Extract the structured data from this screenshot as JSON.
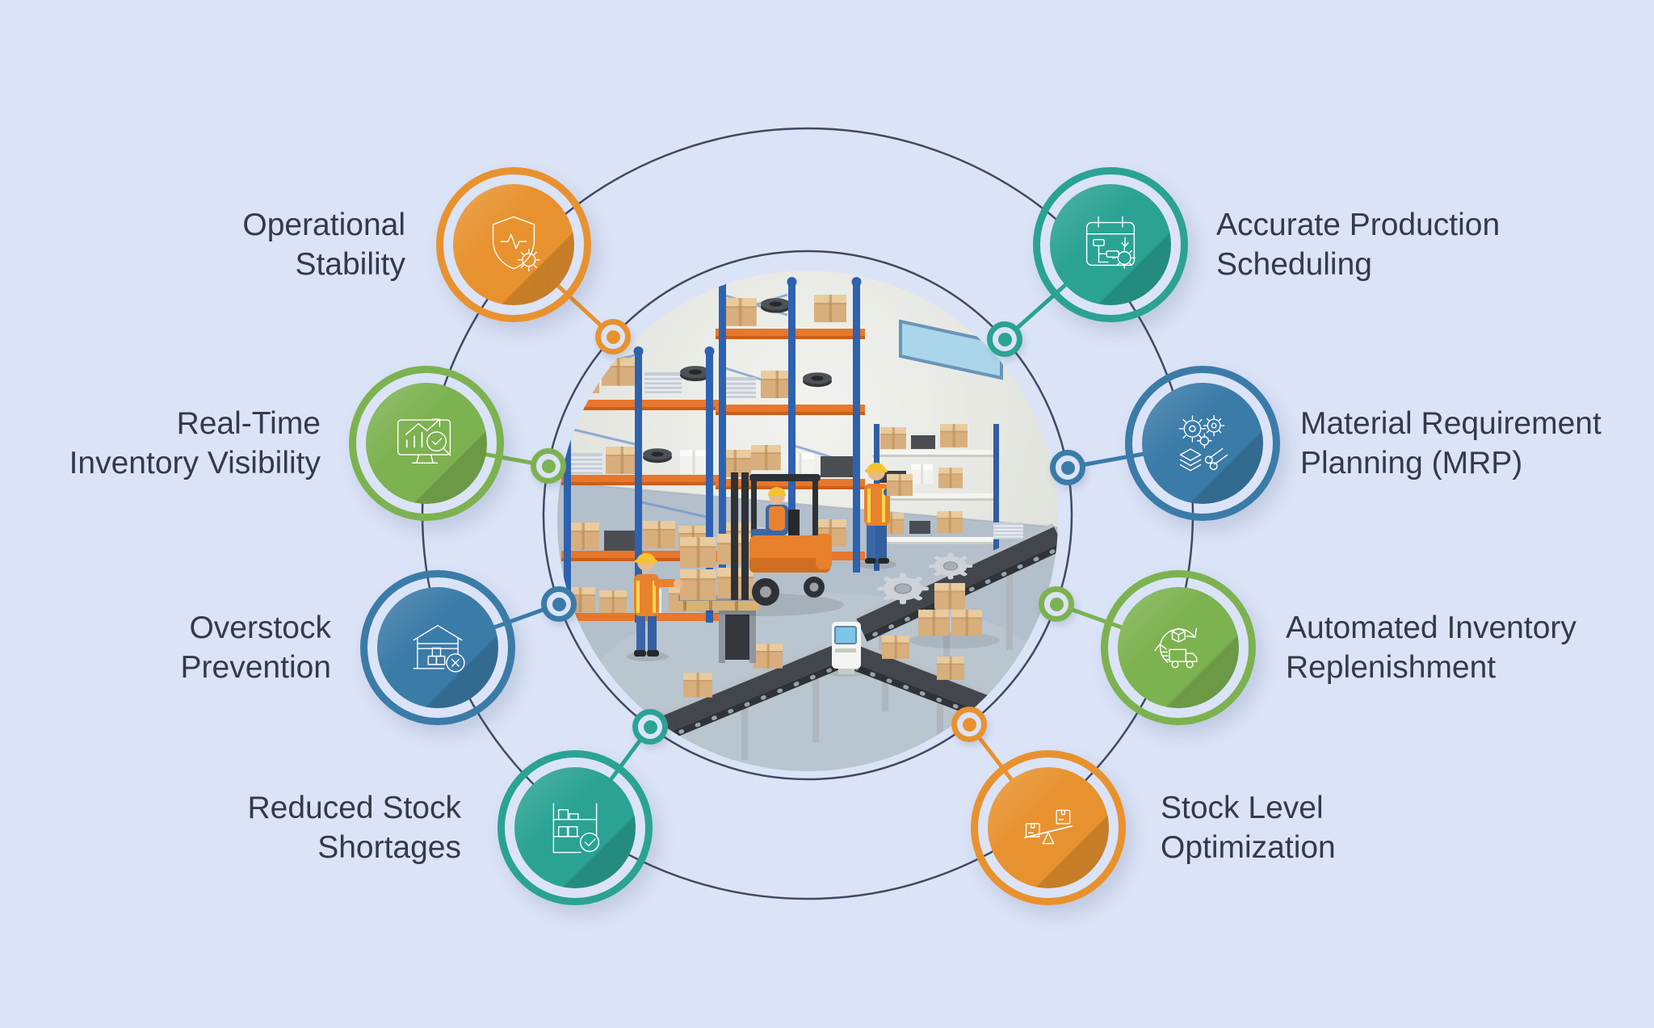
{
  "diagram": {
    "type": "circular-benefits-infographic",
    "center_image": "isometric-warehouse-with-forklift-workers-racks-and-conveyors",
    "items": [
      {
        "id": "operational-stability",
        "lines": [
          "Operational",
          "Stability"
        ],
        "icon": "shield-gear-icon",
        "color": "#E8922F",
        "position": "top-left"
      },
      {
        "id": "accurate-production-scheduling",
        "lines": [
          "Accurate Production",
          "Scheduling"
        ],
        "icon": "calendar-gear-icon",
        "color": "#2AA394",
        "position": "top-right"
      },
      {
        "id": "real-time-inventory-visibility",
        "lines": [
          "Real-Time",
          "Inventory Visibility"
        ],
        "icon": "monitor-chart-magnifier-icon",
        "color": "#7DB250",
        "position": "left-upper"
      },
      {
        "id": "material-requirement-planning",
        "lines": [
          "Material Requirement",
          "Planning (MRP)"
        ],
        "icon": "gears-materials-icon",
        "color": "#3B7BA8",
        "position": "right-upper"
      },
      {
        "id": "overstock-prevention",
        "lines": [
          "Overstock",
          "Prevention"
        ],
        "icon": "warehouse-cancel-icon",
        "color": "#3B7BA8",
        "position": "left-lower"
      },
      {
        "id": "automated-inventory-replenishment",
        "lines": [
          "Automated Inventory",
          "Replenishment"
        ],
        "icon": "cycle-truck-icon",
        "color": "#7DB250",
        "position": "right-lower"
      },
      {
        "id": "reduced-stock-shortages",
        "lines": [
          "Reduced Stock",
          "Shortages"
        ],
        "icon": "shelf-check-icon",
        "color": "#2AA394",
        "position": "bottom-left"
      },
      {
        "id": "stock-level-optimization",
        "lines": [
          "Stock Level",
          "Optimization"
        ],
        "icon": "balance-boxes-icon",
        "color": "#E8922F",
        "position": "bottom-right"
      }
    ],
    "colors": {
      "background": "#DBE3F7",
      "orbit_line": "#3E4A63",
      "text": "#333B49",
      "orange": "#E8922F",
      "teal": "#2AA394",
      "green": "#7DB250",
      "blue": "#3B7BA8"
    }
  }
}
